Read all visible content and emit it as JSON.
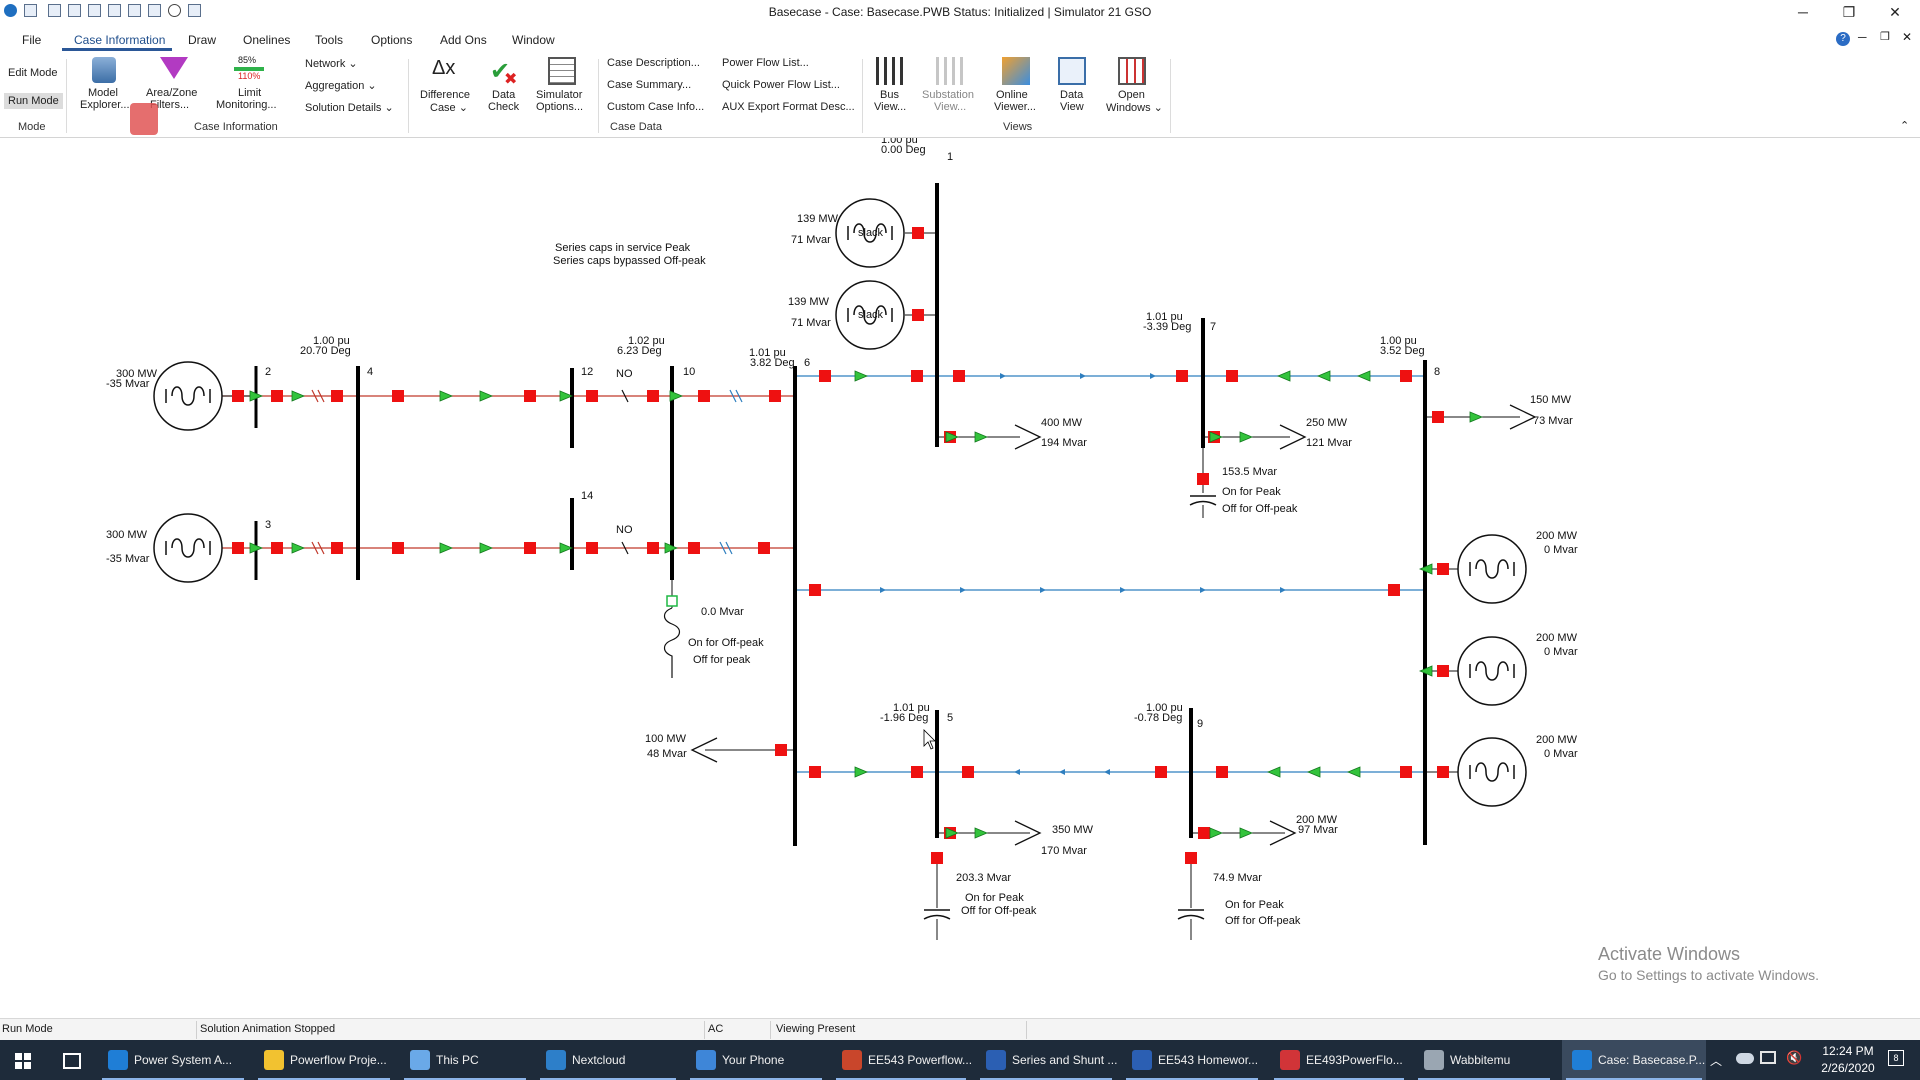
{
  "window": {
    "title": "Basecase - Case: Basecase.PWB  Status: Initialized | Simulator 21 GSO",
    "controls": {
      "minimize": "─",
      "restore": "❐",
      "close": "✕"
    }
  },
  "menu": {
    "tabs": [
      "File",
      "Case Information",
      "Draw",
      "Onelines",
      "Tools",
      "Options",
      "Add Ons",
      "Window"
    ],
    "active_tab": "Case Information"
  },
  "ribbon": {
    "mode": {
      "edit": "Edit Mode",
      "run": "Run Mode",
      "group": "Mode"
    },
    "case_info": {
      "model_explorer": [
        "Model",
        "Explorer..."
      ],
      "area_zone": [
        "Area/Zone",
        "Filters..."
      ],
      "limit_monitoring": [
        "Limit",
        "Monitoring..."
      ],
      "limit_pct_top": "85%",
      "limit_pct_bottom": "110%",
      "network": "Network",
      "aggregation": "Aggregation",
      "solution_details": "Solution Details",
      "group": "Case Information"
    },
    "tools": {
      "difference_case": [
        "Difference",
        "Case"
      ],
      "data_check": [
        "Data",
        "Check"
      ],
      "simulator_options": [
        "Simulator",
        "Options..."
      ]
    },
    "case_data": {
      "items_left": [
        "Case Description...",
        "Case Summary...",
        "Custom Case Info..."
      ],
      "items_right": [
        "Power Flow List...",
        "Quick Power Flow List...",
        "AUX Export Format Desc..."
      ],
      "group": "Case Data"
    },
    "views": {
      "bus_view": [
        "Bus",
        "View..."
      ],
      "substation_view": [
        "Substation",
        "View..."
      ],
      "oneline_viewer": [
        "Online",
        "Viewer..."
      ],
      "data_view": [
        "Data",
        "View"
      ],
      "open_windows": [
        "Open",
        "Windows"
      ],
      "group": "Views"
    }
  },
  "oneline": {
    "note": [
      "Series caps in service Peak",
      "Series caps bypassed Off-peak"
    ],
    "buses": {
      "b1": {
        "num": "1",
        "pu": "1.00 pu",
        "deg": "0.00 Deg"
      },
      "b2": {
        "num": "2",
        "pu": "1.00 pu",
        "deg": "20.70 Deg"
      },
      "b3": {
        "num": "3"
      },
      "b4": {
        "num": "4"
      },
      "b5": {
        "num": "5",
        "pu": "1.01 pu",
        "deg": "-1.96 Deg"
      },
      "b6": {
        "num": "6",
        "pu": "1.01 pu",
        "deg": "3.82 Deg"
      },
      "b7": {
        "num": "7",
        "pu": "1.01 pu",
        "deg": "-3.39 Deg"
      },
      "b8": {
        "num": "8",
        "pu": "1.00 pu",
        "deg": "3.52 Deg"
      },
      "b9": {
        "num": "9",
        "pu": "1.00 pu",
        "deg": "-0.78 Deg"
      },
      "b10": {
        "num": "10",
        "pu": "1.02 pu",
        "deg": "6.23 Deg"
      },
      "b12": {
        "num": "12"
      },
      "b14": {
        "num": "14"
      }
    },
    "generators": {
      "slack1": {
        "mw": "139 MW",
        "mvar": "71 Mvar",
        "label": "slack"
      },
      "slack2": {
        "mw": "139 MW",
        "mvar": "71 Mvar",
        "label": "slack"
      },
      "g2": {
        "mw": "300 MW",
        "mvar": "-35 Mvar"
      },
      "g3": {
        "mw": "300 MW",
        "mvar": "-35 Mvar"
      },
      "g8a": {
        "mw": "200 MW",
        "mvar": "0 Mvar"
      },
      "g8b": {
        "mw": "200 MW",
        "mvar": "0 Mvar"
      },
      "g8c": {
        "mw": "200 MW",
        "mvar": "0 Mvar"
      }
    },
    "loads": {
      "l1": {
        "mw": "400 MW",
        "mvar": "194 Mvar"
      },
      "l7": {
        "mw": "250 MW",
        "mvar": "121 Mvar"
      },
      "l8": {
        "mw": "150 MW",
        "mvar": "73 Mvar"
      },
      "l6": {
        "mw": "100 MW",
        "mvar": "48 Mvar"
      },
      "l5": {
        "mw": "350 MW",
        "mvar": "170 Mvar"
      },
      "l9": {
        "mw": "200 MW",
        "mvar": "97 Mvar"
      }
    },
    "shunts": {
      "s7": {
        "mvar": "153.5 Mvar",
        "on": "On for Peak",
        "off": "Off for Off-peak"
      },
      "s5": {
        "mvar": "203.3 Mvar",
        "on": "On for Peak",
        "off": "Off for Off-peak"
      },
      "s9": {
        "mvar": "74.9 Mvar",
        "on": "On for Peak",
        "off": "Off for Off-peak"
      },
      "r10": {
        "mvar": "0.0 Mvar",
        "on": "On for Off-peak",
        "off": "Off for peak"
      }
    },
    "no_labels": [
      "NO",
      "NO"
    ]
  },
  "watermark": {
    "line1": "Activate Windows",
    "line2": "Go to Settings to activate Windows."
  },
  "statusbar": {
    "mode": "Run Mode",
    "animation": "Solution Animation Stopped",
    "ac": "AC",
    "viewing": "Viewing Present"
  },
  "taskbar": {
    "items": [
      {
        "label": "Power System A...",
        "color": "#1f7ed6"
      },
      {
        "label": "Powerflow Proje...",
        "color": "#f2c230"
      },
      {
        "label": "This PC",
        "color": "#6aa9e8"
      },
      {
        "label": "Nextcloud",
        "color": "#2d7fc9"
      },
      {
        "label": "Your Phone",
        "color": "#3e86d8"
      },
      {
        "label": "EE543 Powerflow...",
        "color": "#c9462b"
      },
      {
        "label": "Series and Shunt ...",
        "color": "#2b5fb3"
      },
      {
        "label": "EE543 Homewor...",
        "color": "#2b5fb3"
      },
      {
        "label": "EE493PowerFlo...",
        "color": "#d13438"
      },
      {
        "label": "Wabbitemu",
        "color": "#9aa6b2"
      },
      {
        "label": "Case: Basecase.P...",
        "color": "#1f7ed6"
      }
    ],
    "time": "12:24 PM",
    "date": "2/26/2020"
  },
  "colors": {
    "breaker": "#ee1111",
    "flow_arrow": "#33c33c",
    "line_red": "#c0392b",
    "line_blue": "#2f7fbf",
    "bus": "#000000"
  }
}
